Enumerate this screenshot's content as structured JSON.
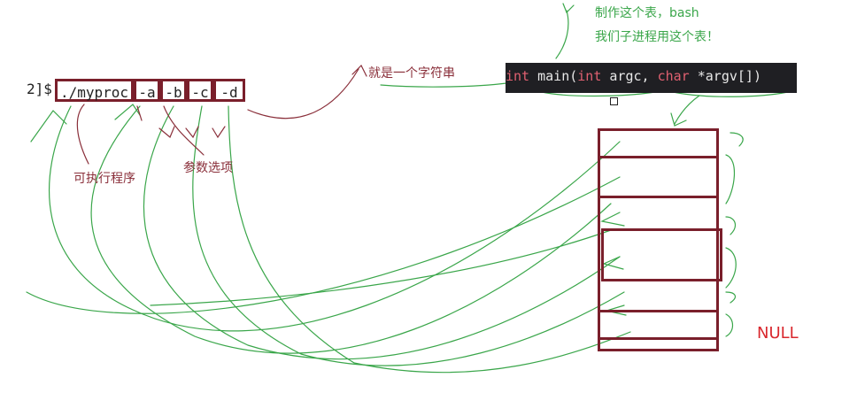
{
  "terminal": {
    "prompt": "2]$",
    "args": [
      "./myproc",
      "-a",
      "-b",
      "-c",
      "-d"
    ]
  },
  "annotations": {
    "string_note": "就是一个字符串",
    "executable": "可执行程序",
    "options": "参数选项",
    "table_note_line1": "制作这个表，bash",
    "table_note_line2": "我们子进程用这个表！"
  },
  "code": {
    "kw_int1": "int",
    "func": " main(",
    "kw_int2": "int",
    "arg1": " argc, ",
    "kw_char": "char",
    "arg2": " *argv[])"
  },
  "table": {
    "null_label": "NULL"
  },
  "colors": {
    "box_red": "#7a1f2b",
    "note_red": "#8a2f3a",
    "note_green": "#3aa64a",
    "null_red": "#d9282e",
    "code_bg": "#1f1f23",
    "keyword": "#e06070"
  }
}
